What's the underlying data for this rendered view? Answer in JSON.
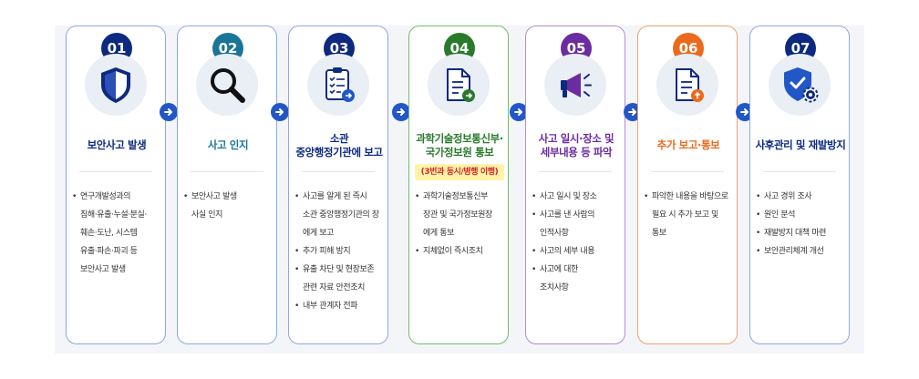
{
  "colors": {
    "navy": "#0d2a80",
    "teal": "#1a7598",
    "green": "#2a7a2c",
    "purple": "#6a2ca0",
    "orange": "#ec6a1c",
    "arrow": "#2257c8",
    "highlight_bg": "#fff3a8",
    "highlight_text": "#d6262b"
  },
  "steps": [
    {
      "number": "01",
      "icon": "shield-icon",
      "title": [
        "보안사고 발생"
      ],
      "bullets": [
        [
          "연구개발성과의",
          "침해·유출·누설·분실·",
          "훼손·도난, 시스템",
          "유출·파손·파괴 등",
          "보안사고 발생"
        ]
      ]
    },
    {
      "number": "02",
      "icon": "magnifier-icon",
      "title": [
        "사고 인지"
      ],
      "bullets": [
        [
          "보안사고 발생",
          "사실 인지"
        ]
      ]
    },
    {
      "number": "03",
      "icon": "checklist-icon",
      "title": [
        "소관",
        "중앙행정기관에 보고"
      ],
      "bullets": [
        [
          "사고를 알게 된 즉시",
          "소관 중앙행정기관의 장",
          "에게 보고"
        ],
        [
          "추가 피해 방지"
        ],
        [
          "유출 차단 및 현장보존",
          "관련 자료 안전조치"
        ],
        [
          "내부 관계자 전파"
        ]
      ]
    },
    {
      "number": "04",
      "icon": "document-forward-icon",
      "title": [
        "과학기술정보통신부·",
        "국가정보원 통보"
      ],
      "subtitle": "(3번과 동시/병행 이행)",
      "bullets": [
        [
          "과학기술정보통신부",
          "장관 및 국가정보원장",
          "에게 통보"
        ],
        [
          "지체없이 즉시조치"
        ]
      ]
    },
    {
      "number": "05",
      "icon": "megaphone-icon",
      "title": [
        "사고 일시·장소 및",
        "세부내용 등 파악"
      ],
      "bullets": [
        [
          "사고 일시 및 장소"
        ],
        [
          "사고를 낸 사람의",
          "인적사항"
        ],
        [
          "사고의 세부 내용"
        ],
        [
          "사고에 대한",
          "조치사항"
        ]
      ]
    },
    {
      "number": "06",
      "icon": "document-upload-icon",
      "title": [
        "추가 보고·통보"
      ],
      "bullets": [
        [
          "파악한 내용을 바탕으로",
          "필요 시 추가 보고 및",
          "통보"
        ]
      ]
    },
    {
      "number": "07",
      "icon": "shield-gear-icon",
      "title": [
        "사후관리 및 재발방지"
      ],
      "bullets": [
        [
          "사고 경위 조사"
        ],
        [
          "원인 분석"
        ],
        [
          "재발방지 대책 마련"
        ],
        [
          "보안관리체계 개선"
        ]
      ]
    }
  ]
}
